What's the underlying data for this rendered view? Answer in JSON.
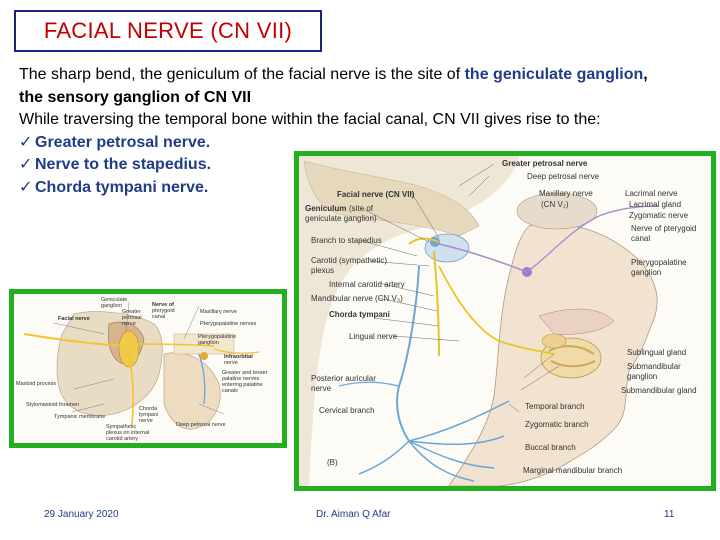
{
  "title": "FACIAL NERVE (CN VII)",
  "intro": {
    "p1_a": "The sharp bend, the geniculum of the facial nerve is the site of ",
    "p1_hl": "the geniculate ganglion",
    "p1_b": ", the sensory ganglion of ",
    "p1_bold": "CN VII",
    "p2": " While traversing the temporal bone within the facial canal, CN VII gives rise to the:"
  },
  "branches": [
    "Greater petrosal nerve.",
    "Nerve to the stapedius.",
    "Chorda tympani nerve."
  ],
  "check_glyph": "✓",
  "right_figure": {
    "labels": {
      "greater_petrosal": "Greater petrosal nerve",
      "deep_petrosal": "Deep petrosal nerve",
      "facial_nerve": "Facial nerve (CN VII)",
      "maxillary": "Maxillary nerve",
      "maxillary2": "(CN V₂)",
      "lacrimal_nerve": "Lacrimal nerve",
      "lacrimal_gland": "Lacrimal gland",
      "zygomatic_nerve": "Zygomatic nerve",
      "geniculum": "Geniculum",
      "geniculum2": "(site of",
      "geniculum3": "geniculate ganglion)",
      "nerve_pterygoid": "Nerve of pterygoid",
      "nerve_pterygoid2": "canal",
      "branch_stapedius": "Branch to stapedius",
      "carotid_plexus": "Carotid (sympathetic)",
      "carotid_plexus2": "plexus",
      "pterygopalatine": "Pterygopalatine",
      "pterygopalatine2": "ganglion",
      "internal_carotid": "Internal carotid artery",
      "mandibular_nerve": "Mandibular nerve (CN V₃)",
      "chorda_tympani": "Chorda tympani",
      "lingual_nerve": "Lingual nerve",
      "sublingual_gland": "Sublingual gland",
      "submandibular_gland": "Submandibular",
      "submandibular_gland2": "gland",
      "submandibular_ganglion": "Submandibular",
      "submandibular_ganglion2": "ganglion",
      "posterior_auricular": "Posterior auricular",
      "posterior_auricular2": "nerve",
      "temporal_branch": "Temporal branch",
      "cervical_branch": "Cervical branch",
      "zygomatic_branch": "Zygomatic branch",
      "buccal_branch": "Buccal branch",
      "marginal_mandibular": "Marginal mandibular branch",
      "panel_letter": "(B)"
    }
  },
  "left_figure": {
    "labels": {
      "geniculate": "Geniculate",
      "geniculate2": "ganglion",
      "facial_nerve": "Facial nerve",
      "greater_petrosal": "Greater",
      "greater_petrosal2": "petrosal",
      "greater_petrosal3": "nerve",
      "nerve_of": "Nerve of",
      "pterygoid": "pterygoid",
      "canal": "canal",
      "maxillary": "Maxillary nerve",
      "pterygopalatine_nerves": "Pterygopalatine nerves",
      "pterygopalatine_ganglion": "Pterygopalatine",
      "pterygopalatine_ganglion2": "ganglion",
      "infraorbital": "Infraorbital",
      "infraorbital2": "nerve",
      "mastoid": "Mastoid process",
      "greater_lesser": "Greater and lesser",
      "greater_lesser2": "palatine nerves",
      "greater_lesser3": "entering palatine",
      "greater_lesser4": "canals",
      "stylomastoid": "Stylomastoid foramen",
      "tympanic": "Tympanic membrane",
      "chorda": "Chorda",
      "chorda2": "tympani",
      "chorda3": "nerve",
      "sympathetic": "Sympathetic",
      "sympathetic2": "plexus on internal",
      "sympathetic3": "carotid artery",
      "deep_petrosal": "Deep petrosal nerve"
    }
  },
  "footer": {
    "date": "29  January  2020",
    "author": "Dr. Aiman Q Afar",
    "page": "11"
  },
  "colors": {
    "title": "#c00000",
    "title_border": "#1a237e",
    "highlight": "#1f3c88",
    "panel_border": "#22b021"
  }
}
